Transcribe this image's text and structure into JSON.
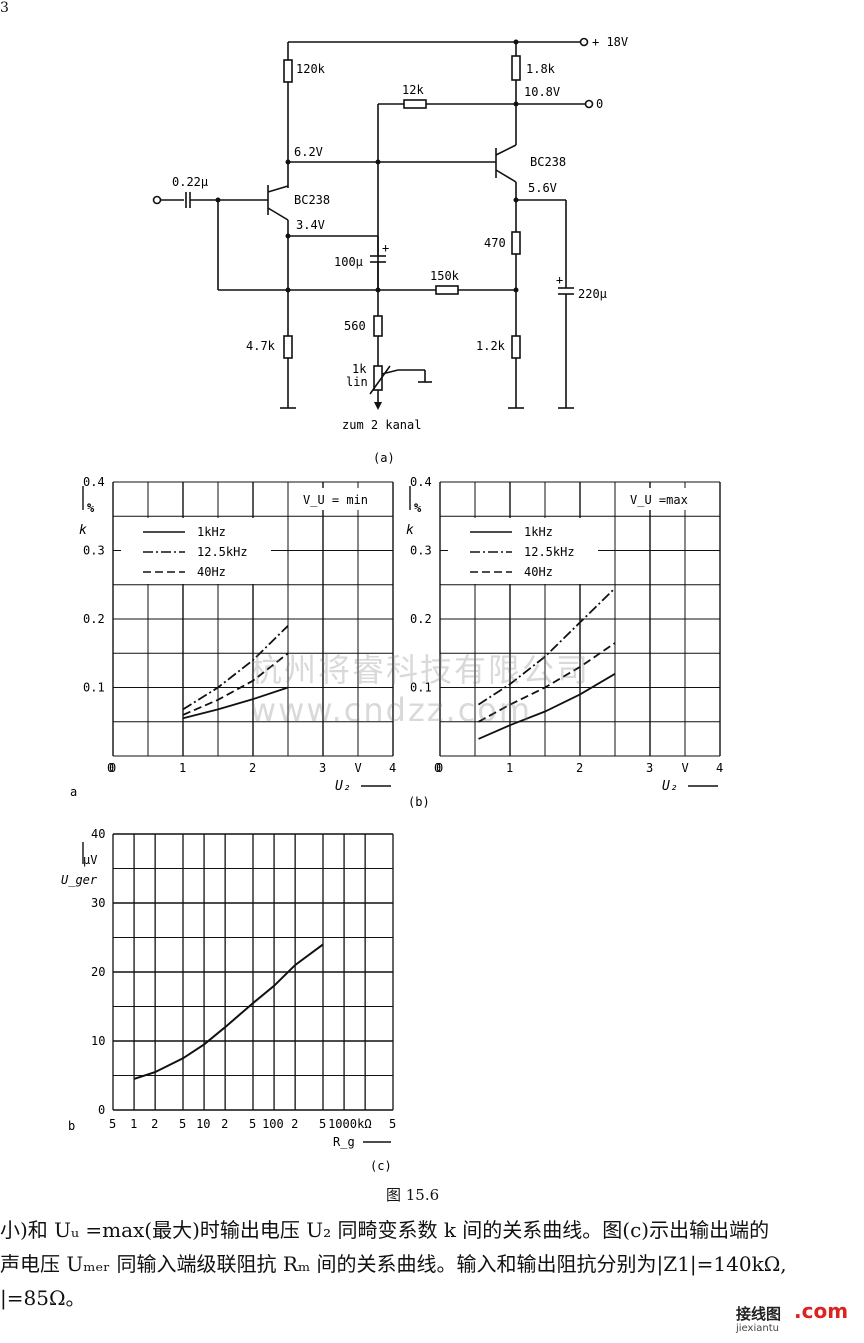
{
  "page_number": "3",
  "circuit": {
    "supply": "+ 18V",
    "out": "0",
    "r_120k": "120k",
    "r_1_8k": "1.8k",
    "r_12k": "12k",
    "v_10_8": "10.8V",
    "v_6_2": "6.2V",
    "t1": "BC238",
    "t2": "BC238",
    "v_5_6": "5.6V",
    "c_in": "0.22μ",
    "v_3_4": "3.4V",
    "r_470": "470",
    "c_100": "100μ",
    "plus1": "+",
    "plus2": "+",
    "r_150k": "150k",
    "c_220": "220μ",
    "r_560": "560",
    "r_4_7k": "4.7k",
    "r_1_2k": "1.2k",
    "pot_value": "1k",
    "pot_type": "lin",
    "to_channel": "zum 2 kanal",
    "caption": "(a)"
  },
  "chart_b": {
    "label_left": "a",
    "caption": "(b)",
    "ylabel": "k",
    "yunit": "%",
    "xlabel": "U₂",
    "xunit": "V",
    "legend": [
      "1kHz",
      "12.5kHz",
      "40Hz"
    ],
    "left_title": "V_U = min",
    "right_title": "V_U =max"
  },
  "chart_c": {
    "label_left": "b",
    "caption": "(c)",
    "ylabel": "U_ger",
    "yunit": "μV",
    "xlabel": "R_g",
    "xunit": "kΩ"
  },
  "figure_title": "图 15.6",
  "body_text": [
    "小)和 Uᵤ =max(最大)时输出电压 U₂ 同畸变系数 k 间的关系曲线。图(c)示出输出端的",
    "声电压 Uₘₑᵣ 同输入端级联阻抗 Rₘ 间的关系曲线。输入和输出阻抗分别为|Z1|=140kΩ,",
    "|=85Ω。"
  ],
  "watermark": "杭州将睿科技有限公司 www.cndzz.com",
  "logo": {
    "text": "接线图",
    "sub": "jiexiantu",
    "com": ".com"
  },
  "chart_data": [
    {
      "type": "line",
      "title": "V_U = min",
      "xlabel": "U₂",
      "xunit": "V",
      "ylabel": "k",
      "yunit": "%",
      "xlim": [
        0,
        4
      ],
      "ylim": [
        0,
        0.4
      ],
      "xticks": [
        "0",
        "1",
        "2",
        "3",
        "4"
      ],
      "yticks": [
        "0.1",
        "0.2",
        "0.3",
        "0.4"
      ],
      "grid": true,
      "legend_position": "top-left",
      "series": [
        {
          "name": "1kHz",
          "style": "solid",
          "x": [
            1.0,
            1.5,
            2.0,
            2.5
          ],
          "y": [
            0.055,
            0.068,
            0.083,
            0.1
          ]
        },
        {
          "name": "12.5kHz",
          "style": "dash-dot",
          "x": [
            1.0,
            1.5,
            2.0,
            2.5
          ],
          "y": [
            0.068,
            0.1,
            0.14,
            0.19
          ]
        },
        {
          "name": "40Hz",
          "style": "dashed",
          "x": [
            1.0,
            1.5,
            2.0,
            2.5
          ],
          "y": [
            0.06,
            0.082,
            0.11,
            0.15
          ]
        }
      ]
    },
    {
      "type": "line",
      "title": "V_U =max",
      "xlabel": "U₂",
      "xunit": "V",
      "ylabel": "k",
      "yunit": "%",
      "xlim": [
        0,
        4
      ],
      "ylim": [
        0,
        0.4
      ],
      "xticks": [
        "0",
        "1",
        "2",
        "3",
        "4"
      ],
      "yticks": [
        "0.1",
        "0.2",
        "0.3",
        "0.4"
      ],
      "grid": true,
      "legend_position": "top-left",
      "series": [
        {
          "name": "1kHz",
          "style": "solid",
          "x": [
            0.55,
            1.0,
            1.5,
            2.0,
            2.5
          ],
          "y": [
            0.025,
            0.045,
            0.065,
            0.09,
            0.12
          ]
        },
        {
          "name": "12.5kHz",
          "style": "dash-dot",
          "x": [
            0.55,
            1.0,
            1.5,
            2.0,
            2.5
          ],
          "y": [
            0.075,
            0.105,
            0.145,
            0.195,
            0.245
          ]
        },
        {
          "name": "40Hz",
          "style": "dashed",
          "x": [
            0.55,
            1.0,
            1.5,
            2.0,
            2.5
          ],
          "y": [
            0.05,
            0.075,
            0.1,
            0.13,
            0.165
          ]
        }
      ]
    },
    {
      "type": "line",
      "title": "",
      "xlabel": "R_g",
      "xunit": "kΩ",
      "ylabel": "U_ger",
      "yunit": "μV",
      "xscale": "log",
      "xlim": [
        0.5,
        5000
      ],
      "ylim": [
        0,
        40
      ],
      "xticks": [
        "5",
        "1",
        "2",
        "5",
        "10",
        "2",
        "5",
        "100",
        "2",
        "5",
        "1000",
        "kΩ",
        "5"
      ],
      "yticks": [
        "0",
        "10",
        "20",
        "30",
        "40"
      ],
      "grid": true,
      "series": [
        {
          "style": "solid",
          "x": [
            1,
            2,
            5,
            10,
            20,
            50,
            100,
            200,
            500
          ],
          "y": [
            4.5,
            5.5,
            7.5,
            9.5,
            12,
            15.5,
            18,
            21,
            24
          ]
        }
      ]
    }
  ]
}
